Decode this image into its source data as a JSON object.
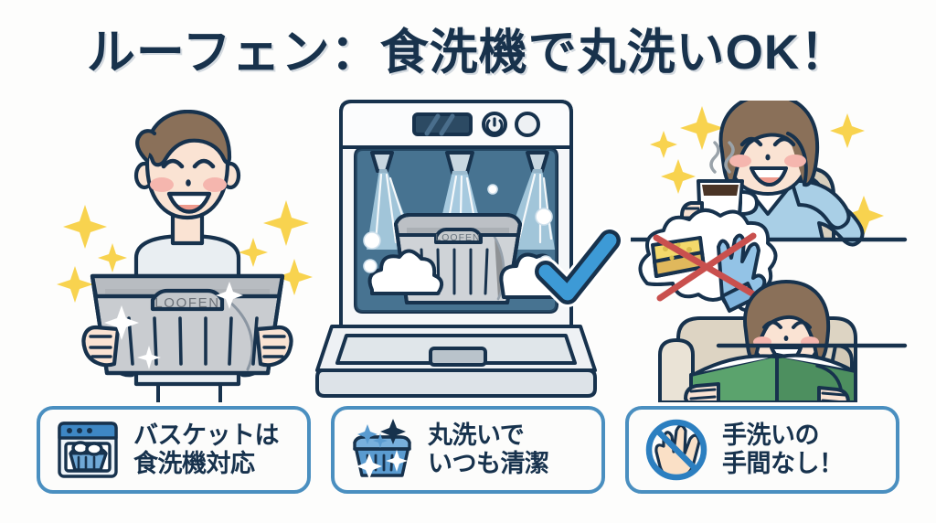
{
  "poster": {
    "title": "ルーフェン：食洗機で丸洗いOK！",
    "background_color": "#fdfdfc",
    "title_color": "#18324c",
    "accent_blue": "#4a8fc0",
    "check_blue": "#3d9ad6",
    "sparkle_yellow": "#f8d34f",
    "outline_navy": "#17324d"
  },
  "panels": {
    "left": {
      "name": "man-holding-basket",
      "description": "笑顔の人物がルーフェンのバスケットを持っている",
      "product_label": "LOOFEN",
      "sparkle_count": 5
    },
    "center": {
      "name": "dishwasher-washing-basket",
      "description": "食洗機の中でバスケットを丸洗い",
      "product_label": "LOOFEN",
      "spray_jets": 3,
      "check_mark": "✓"
    },
    "right": {
      "top": {
        "name": "woman-relaxing-with-coffee",
        "description": "コーヒーを持ってくつろぐ女性"
      },
      "bottom": {
        "name": "woman-reading-book",
        "description": "ソファで本を読む女性",
        "thought_bubble": "スポンジとゴム手袋に赤いバツ印"
      }
    }
  },
  "badges": [
    {
      "icon": "dishwasher-basket-icon",
      "text": "バスケットは\n食洗機対応"
    },
    {
      "icon": "sparkling-basket-icon",
      "text": "丸洗いで\nいつも清潔"
    },
    {
      "icon": "no-handwash-icon",
      "text": "手洗いの\n手間なし！"
    }
  ]
}
